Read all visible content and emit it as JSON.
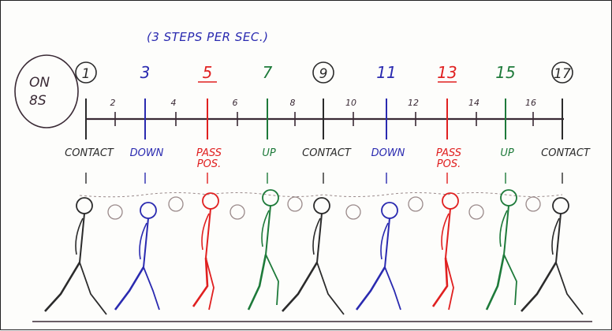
{
  "annotation": "(3 STEPS PER SEC.)",
  "on_label_line1": "ON",
  "on_label_line2": "8S",
  "colors": {
    "contact": "#2b2b2b",
    "down": "#2a2ab0",
    "pass": "#e02020",
    "up": "#1e7a3a",
    "timeline": "#3a2a35",
    "inbetween": "#9a8a8a"
  },
  "key_frames": [
    {
      "number": "1",
      "circled": true,
      "pose": "contact"
    },
    {
      "number": "3",
      "circled": false,
      "pose": "down"
    },
    {
      "number": "5",
      "circled": false,
      "pose": "pass"
    },
    {
      "number": "7",
      "circled": false,
      "pose": "up"
    },
    {
      "number": "9",
      "circled": true,
      "pose": "contact"
    },
    {
      "number": "11",
      "circled": false,
      "pose": "down"
    },
    {
      "number": "13",
      "circled": false,
      "pose": "pass"
    },
    {
      "number": "15",
      "circled": false,
      "pose": "up"
    },
    {
      "number": "17",
      "circled": true,
      "pose": "contact"
    }
  ],
  "inbetween_frames": [
    "2",
    "4",
    "6",
    "8",
    "10",
    "12",
    "14",
    "16"
  ],
  "pose_labels": {
    "contact": [
      "CONTACT"
    ],
    "down": [
      "DOWN"
    ],
    "pass": [
      "PASS",
      "POS."
    ],
    "up": [
      "UP"
    ]
  }
}
